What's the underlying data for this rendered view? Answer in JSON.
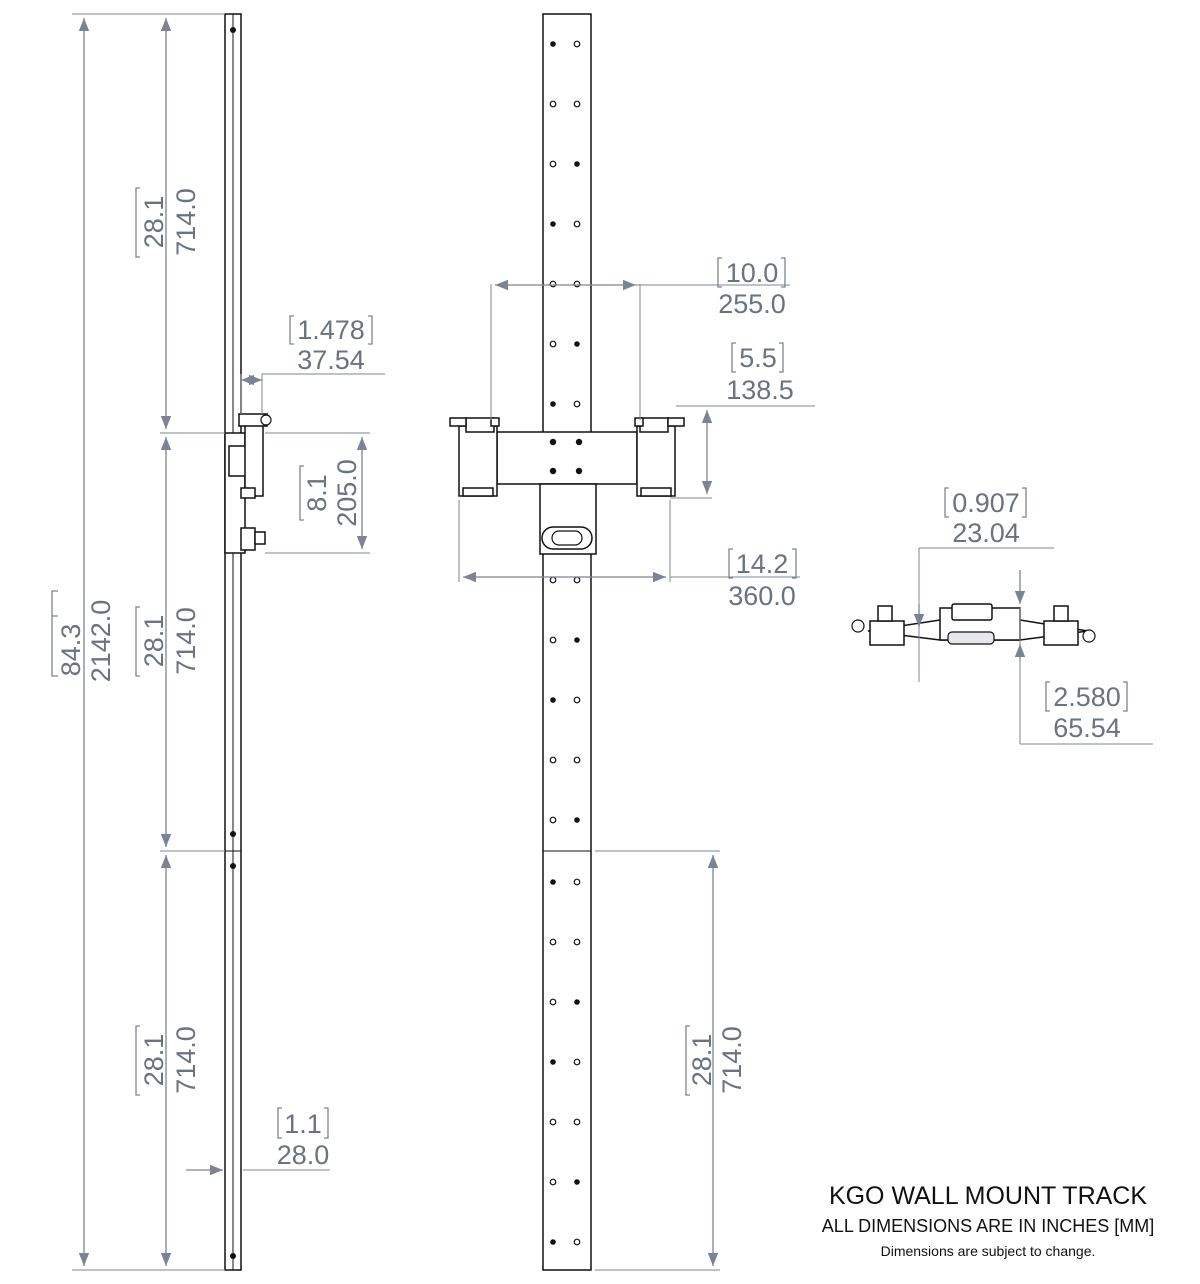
{
  "drawing": {
    "title": "KGO WALL MOUNT TRACK",
    "units_note": "ALL DIMENSIONS ARE IN INCHES [MM]",
    "disclaimer": "Dimensions are subject to change."
  },
  "dimensions": {
    "overall_height": {
      "inches": "84.3",
      "mm": "2142.0"
    },
    "track_section_top": {
      "inches": "28.1",
      "mm": "714.0"
    },
    "track_section_middle": {
      "inches": "28.1",
      "mm": "714.0"
    },
    "track_section_bottom": {
      "inches": "28.1",
      "mm": "714.0"
    },
    "track_section_front_bottom": {
      "inches": "28.1",
      "mm": "714.0"
    },
    "carriage_depth": {
      "inches": "1.478",
      "mm": "37.54"
    },
    "carriage_height": {
      "inches": "8.1",
      "mm": "205.0"
    },
    "track_thickness": {
      "inches": "1.1",
      "mm": "28.0"
    },
    "arm_span_inner": {
      "inches": "10.0",
      "mm": "255.0"
    },
    "clamp_height": {
      "inches": "5.5",
      "mm": "138.5"
    },
    "arm_span_outer": {
      "inches": "14.2",
      "mm": "360.0"
    },
    "top_view_offset": {
      "inches": "0.907",
      "mm": "23.04"
    },
    "top_view_depth": {
      "inches": "2.580",
      "mm": "65.54"
    }
  },
  "colors": {
    "dimension": "#6b7280",
    "part_outline": "#111111"
  }
}
